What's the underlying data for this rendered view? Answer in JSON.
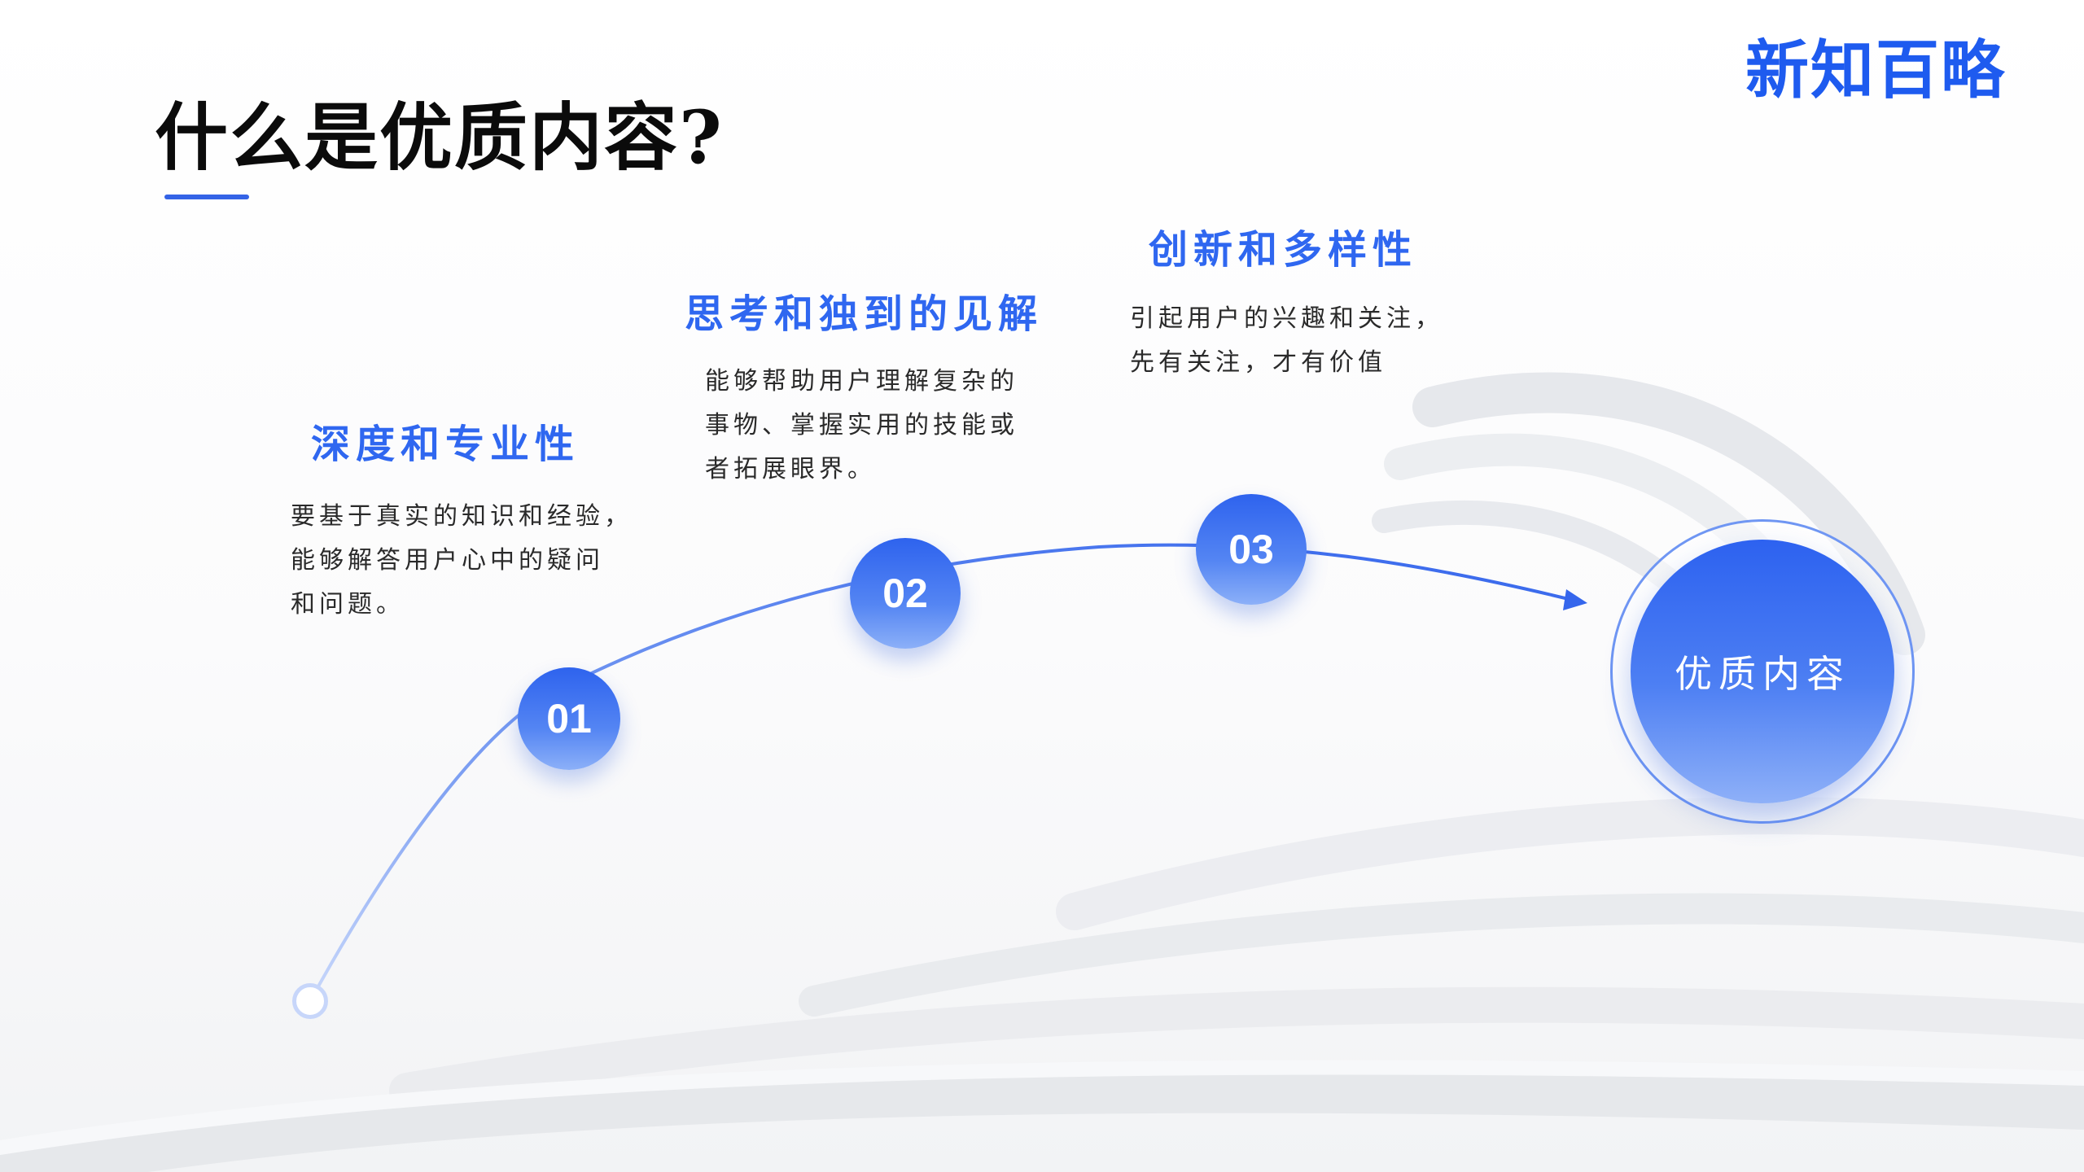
{
  "brand": {
    "logo_text": "新知百略"
  },
  "title": {
    "text": "什么是优质内容?"
  },
  "steps": [
    {
      "number": "01",
      "heading": "深度和专业性",
      "description_lines": [
        "要基于真实的知识和经验，",
        "能够解答用户心中的疑问",
        "和问题。"
      ]
    },
    {
      "number": "02",
      "heading": "思考和独到的见解",
      "description_lines": [
        "能够帮助用户理解复杂的",
        "事物、掌握实用的技能或",
        "者拓展眼界。"
      ]
    },
    {
      "number": "03",
      "heading": "创新和多样性",
      "description_lines": [
        "引起用户的兴趣和关注，",
        "先有关注，才有价值"
      ]
    }
  ],
  "target": {
    "label": "优质内容"
  },
  "colors": {
    "accent": "#2F67F0",
    "brand": "#1E5BEF",
    "title": "#0b0b0b",
    "text": "#2a2a2a",
    "line": "#3F6FEA"
  }
}
